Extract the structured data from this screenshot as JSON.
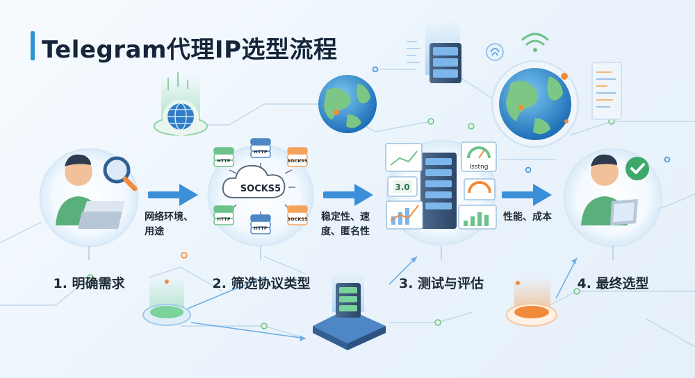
{
  "title": "Telegram代理IP选型流程",
  "steps": [
    {
      "label": "1. 明确需求"
    },
    {
      "label": "2. 筛选协议类型"
    },
    {
      "label": "3. 测试与评估"
    },
    {
      "label": "4. 最终选型"
    }
  ],
  "flows": [
    {
      "line1": "网络环境、",
      "line2": "用途"
    },
    {
      "line1": "稳定性、速",
      "line2": "度、匿名性"
    },
    {
      "line1": "性能、成本",
      "line2": ""
    }
  ],
  "protocols": {
    "center": "SOCKS5",
    "nodes": [
      "HTTP",
      "HTTP",
      "SOCKS5",
      "HTTP",
      "HTTP",
      "SOCKS5"
    ]
  },
  "testing": {
    "badge": "3.0",
    "gauge_label": "lsstng"
  },
  "colors": {
    "accent": "#2d93d6",
    "arrow": "#3b8fd9",
    "green": "#6cc28a",
    "orange": "#f28a3c",
    "text": "#1f2a37"
  }
}
